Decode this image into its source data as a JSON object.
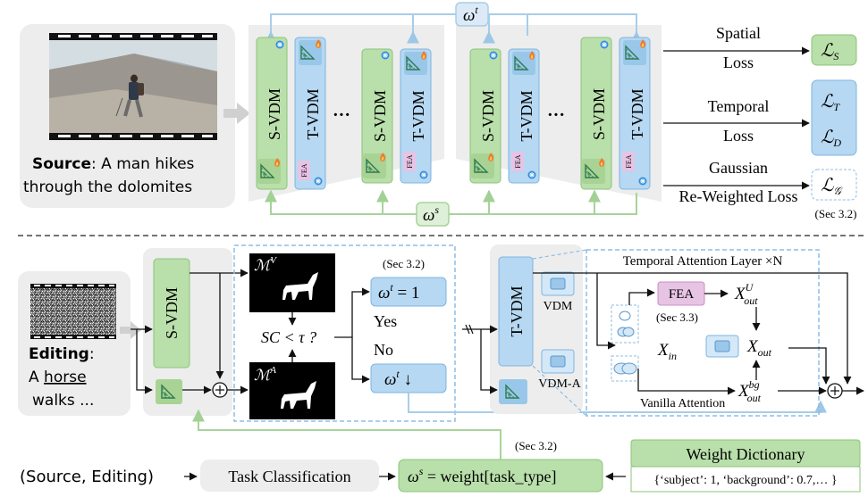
{
  "top": {
    "source_caption_bold": "Source",
    "source_caption_rest_1": ": A man hikes",
    "source_caption_line2": "through the dolomites",
    "omega_t": "ω",
    "omega_t_sup": "t",
    "omega_s": "ω",
    "omega_s_sup": "s",
    "svdm_label": "S-VDM",
    "tvdm_label": "T-VDM",
    "fea_label": "FEA",
    "ellipsis": "···",
    "spatial_loss_1": "Spatial",
    "spatial_loss_2": "Loss",
    "temporal_loss_1": "Temporal",
    "temporal_loss_2": "Loss",
    "gaussian_loss_1": "Gaussian",
    "gaussian_loss_2": "Re-Weighted Loss",
    "loss_s": "ℒ",
    "loss_s_sub": "S",
    "loss_t": "ℒ",
    "loss_t_sub": "T",
    "loss_d": "ℒ",
    "loss_d_sub": "D",
    "loss_g": "ℒ",
    "loss_g_sub": "𝒢",
    "sec_ref_1": "(Sec 3.2)"
  },
  "bottom": {
    "editing_bold": "Editing",
    "editing_rest": ":",
    "editing_line2_a": "A ",
    "editing_line2_u": "horse",
    "editing_line3": "walks ...",
    "svdm_label": "S-VDM",
    "tvdm_label": "T-VDM",
    "mask_v": "ℳ",
    "mask_v_sup": "V",
    "mask_a": "ℳ",
    "mask_a_sup": "A",
    "sc_condition": "SC < τ ?",
    "sec_ref_a": "(Sec 3.2)",
    "omega_eq_one": "ω",
    "omega_eq_one_sup": "t",
    "omega_eq_one_rest": " = 1",
    "yes": "Yes",
    "no": "No",
    "omega_down": "ω",
    "omega_down_sup": "t",
    "omega_down_rest": " ↓",
    "temporal_attention": "Temporal Attention Layer ×N",
    "vdm": "VDM",
    "vdm_a": "VDM-A",
    "fea": "FEA",
    "sec_ref_b": "(Sec 3.3)",
    "x_in": "X",
    "x_in_sub": "in",
    "x_out_u": "X",
    "x_out_u_sup": "U",
    "x_out_u_sub": "out",
    "x_out": "X",
    "x_out_sub": "out",
    "x_out_bg": "X",
    "x_out_bg_sup": "bg",
    "x_out_bg_sub": "out",
    "vanilla_attention": "Vanilla Attention",
    "sec_ref_c": "(Sec 3.2)",
    "source_editing": "(Source, Editing)",
    "task_classification": "Task Classification",
    "omega_weight": "ω",
    "omega_weight_sup": "s",
    "omega_weight_rest": " = weight[task_type]",
    "weight_dictionary": "Weight Dictionary",
    "weight_dictionary_values": "{‘subject’: 1, ‘background’: 0.7,… }"
  },
  "colors": {
    "green_fill": "#b9dfaa",
    "green_stroke": "#8cc47a",
    "blue_fill": "#b6d8f2",
    "blue_stroke": "#7fb5e0",
    "gray_panel": "#ededed",
    "pink_fea": "#e7c3e4",
    "dashed_blue": "#8dbde6",
    "arrow_blue": "#a8cde8",
    "arrow_green": "#a8d39a"
  }
}
